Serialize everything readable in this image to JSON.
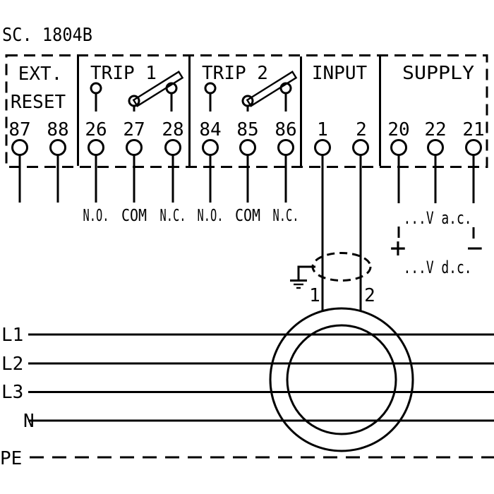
{
  "title": "SC. 1804B",
  "box": {
    "sections": [
      {
        "name": "ext-reset",
        "label_line1": "EXT.",
        "label_line2": "RESET",
        "terminals": [
          "87",
          "88"
        ]
      },
      {
        "name": "trip1",
        "label": "TRIP 1",
        "terminals": [
          "26",
          "27",
          "28"
        ],
        "contact_labels": [
          "N.O.",
          "COM",
          "N.C."
        ]
      },
      {
        "name": "trip2",
        "label": "TRIP 2",
        "terminals": [
          "84",
          "85",
          "86"
        ],
        "contact_labels": [
          "N.O.",
          "COM",
          "N.C."
        ]
      },
      {
        "name": "input",
        "label": "INPUT",
        "terminals": [
          "1",
          "2"
        ]
      },
      {
        "name": "supply",
        "label": "SUPPLY",
        "terminals": [
          "20",
          "22",
          "21"
        ]
      }
    ]
  },
  "supply_annotations": {
    "ac": "...V a.c.",
    "plus": "+",
    "minus": "−",
    "dc": "...V d.c."
  },
  "ct": {
    "wire_labels": [
      "1",
      "2"
    ]
  },
  "power_lines": {
    "labels": [
      "L1",
      "L2",
      "L3",
      "N",
      "PE"
    ]
  },
  "colors": {
    "ink": "#000000",
    "paper": "#ffffff"
  }
}
